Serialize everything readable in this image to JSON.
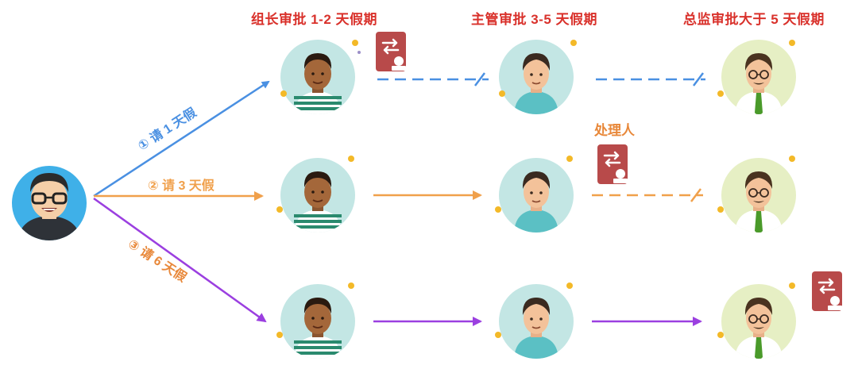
{
  "headers": {
    "team_lead": "组长审批 1-2 天假期",
    "manager": "主管审批 3-5 天假期",
    "director": "总监审批大于 5 天假期"
  },
  "handler_label": "处理人",
  "requests": [
    {
      "label": "① 请 1 天假",
      "color": "#4a90e2"
    },
    {
      "label": "② 请 3 天假",
      "color": "#f0a04b"
    },
    {
      "label": "③ 请 6 天假",
      "color": "#9b3fe0"
    }
  ],
  "colors": {
    "header": "#d9312b",
    "handler": "#e8883a",
    "stamp": "#b84a4a",
    "avatar_bg_light": "#c8eaea",
    "director_bg": "#e6efc4"
  },
  "icons": {
    "requester": "requester-avatar-icon",
    "team_lead": "team-lead-avatar-icon",
    "manager": "manager-avatar-icon",
    "director": "director-avatar-icon",
    "handler": "approval-stamp-icon"
  }
}
